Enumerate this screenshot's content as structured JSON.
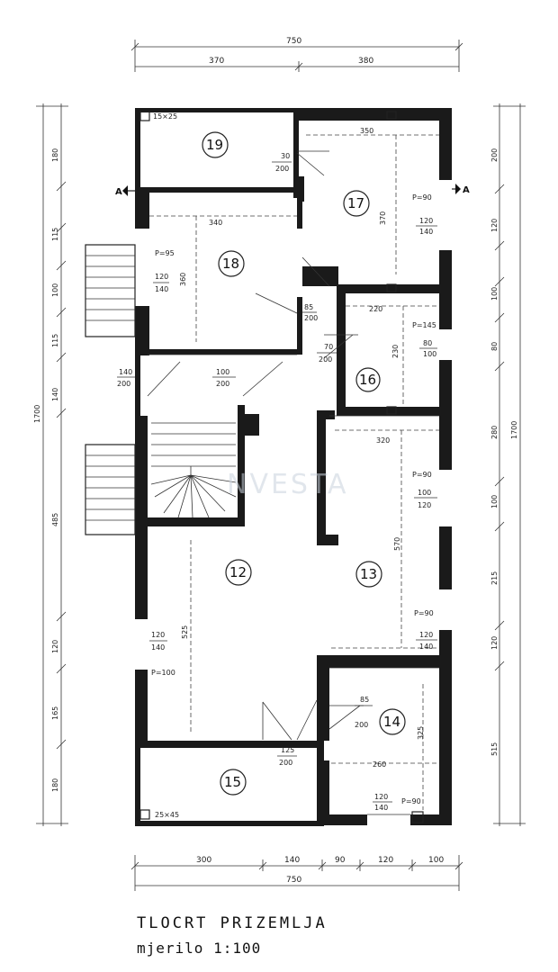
{
  "title": "TLOCRT PRIZEMLJA",
  "scale": "mjerilo 1:100",
  "watermark": "NVESTA",
  "section_marks": [
    "A",
    "A"
  ],
  "rooms": [
    {
      "id": "19",
      "label": "19"
    },
    {
      "id": "18",
      "label": "18"
    },
    {
      "id": "17",
      "label": "17"
    },
    {
      "id": "16",
      "label": "16"
    },
    {
      "id": "12",
      "label": "12"
    },
    {
      "id": "13",
      "label": "13"
    },
    {
      "id": "14",
      "label": "14"
    },
    {
      "id": "15",
      "label": "15"
    }
  ],
  "dimensions": {
    "top_total": "750",
    "top_left": "370",
    "top_right": "380",
    "bottom_total": "750",
    "bottom_parts": [
      "300",
      "140",
      "90",
      "120",
      "100"
    ],
    "left_total": "1700",
    "left_chain": [
      "180",
      "115",
      "100",
      "115",
      "140",
      "485",
      "120",
      "165",
      "180"
    ],
    "right_total": "1700",
    "right_chain": [
      "200",
      "120",
      "100",
      "80",
      "280",
      "100",
      "215",
      "120",
      "515"
    ],
    "room_19_col": "15×25",
    "room_19_door": [
      "30",
      "200"
    ],
    "room_18_width": "340",
    "room_18_height": "360",
    "room_18_window": [
      "P=95",
      "120",
      "140"
    ],
    "room_18_door": [
      "85",
      "200"
    ],
    "room_17_width": "350",
    "room_17_height": "370",
    "room_17_window": [
      "P=90",
      "120",
      "140"
    ],
    "room_16_width": "220",
    "room_16_height": "230",
    "room_16_window": [
      "P=145",
      "80",
      "100"
    ],
    "room_16_door": [
      "70",
      "200"
    ],
    "hall_door_left": [
      "140",
      "200"
    ],
    "hall_door_right": [
      "100",
      "200"
    ],
    "room_13_width": "320",
    "room_13_height": "570",
    "room_13_window_1": [
      "P=90",
      "100",
      "120"
    ],
    "room_13_window_2": [
      "P=90",
      "120",
      "140"
    ],
    "room_12_height": "525",
    "room_12_window": [
      "120",
      "140",
      "P=100"
    ],
    "room_14_width": "260",
    "room_14_height": "325",
    "room_14_door": [
      "85",
      "200"
    ],
    "room_14_window": [
      "120",
      "140",
      "P=90"
    ],
    "room_15_col": "25×45",
    "room_15_door": [
      "125",
      "200"
    ]
  }
}
